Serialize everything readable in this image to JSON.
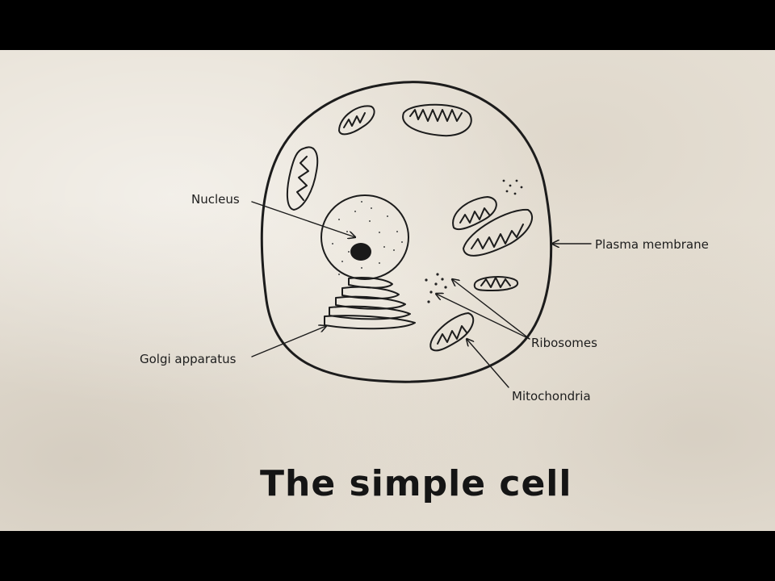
{
  "title": "The simple cell",
  "labels": {
    "nucleus": "Nucleus",
    "plasma_membrane": "Plasma membrane",
    "ribosomes": "Ribosomes",
    "mitochondria": "Mitochondria",
    "golgi_apparatus": "Golgi apparatus"
  }
}
